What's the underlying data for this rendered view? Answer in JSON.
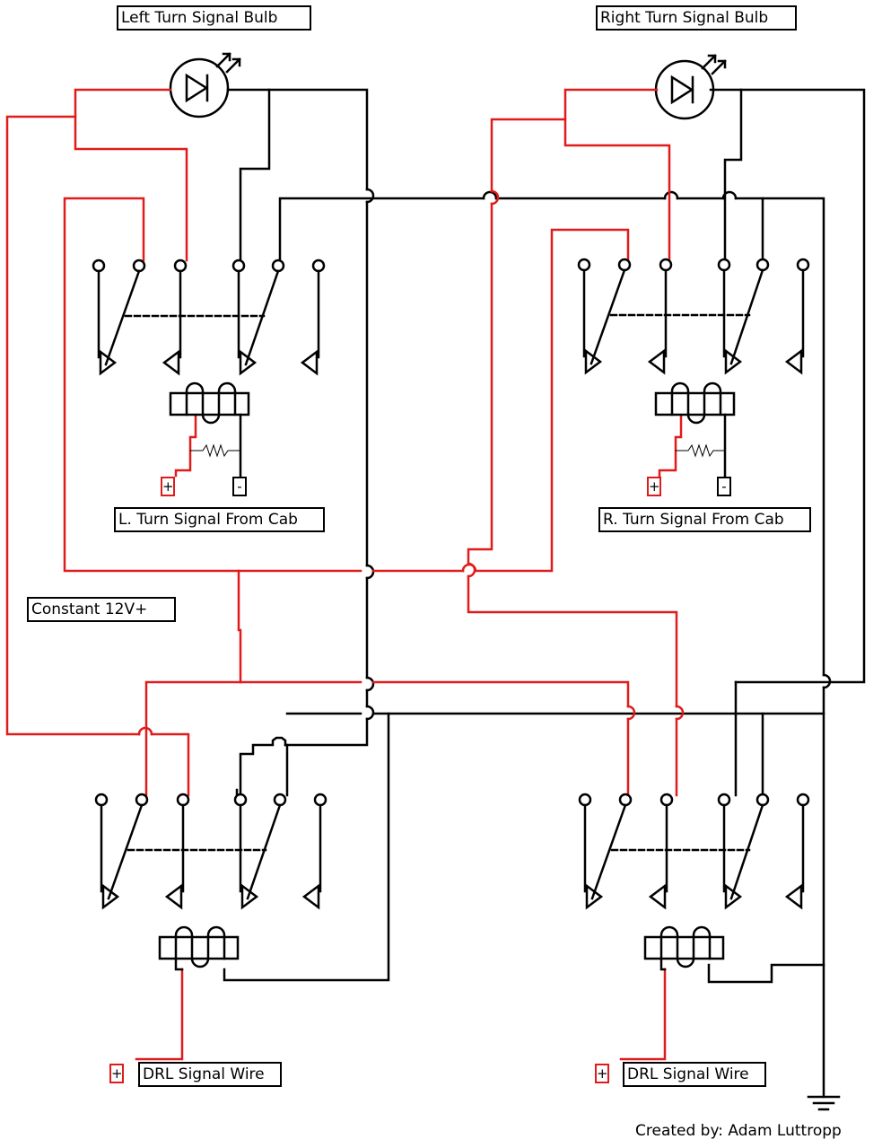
{
  "labels": {
    "left_bulb": "Left Turn Signal Bulb",
    "right_bulb": "Right Turn Signal Bulb",
    "left_from_cab": "L. Turn Signal From Cab",
    "right_from_cab": "R. Turn Signal From Cab",
    "constant_12v": "Constant 12V+",
    "drl_left": "DRL Signal Wire",
    "drl_right": "DRL Signal Wire"
  },
  "terminals": {
    "positive": "+",
    "negative": "-"
  },
  "credit": "Created by: Adam Luttropp",
  "colors": {
    "wire_power": "#e01b1b",
    "wire_ground": "#000000"
  }
}
